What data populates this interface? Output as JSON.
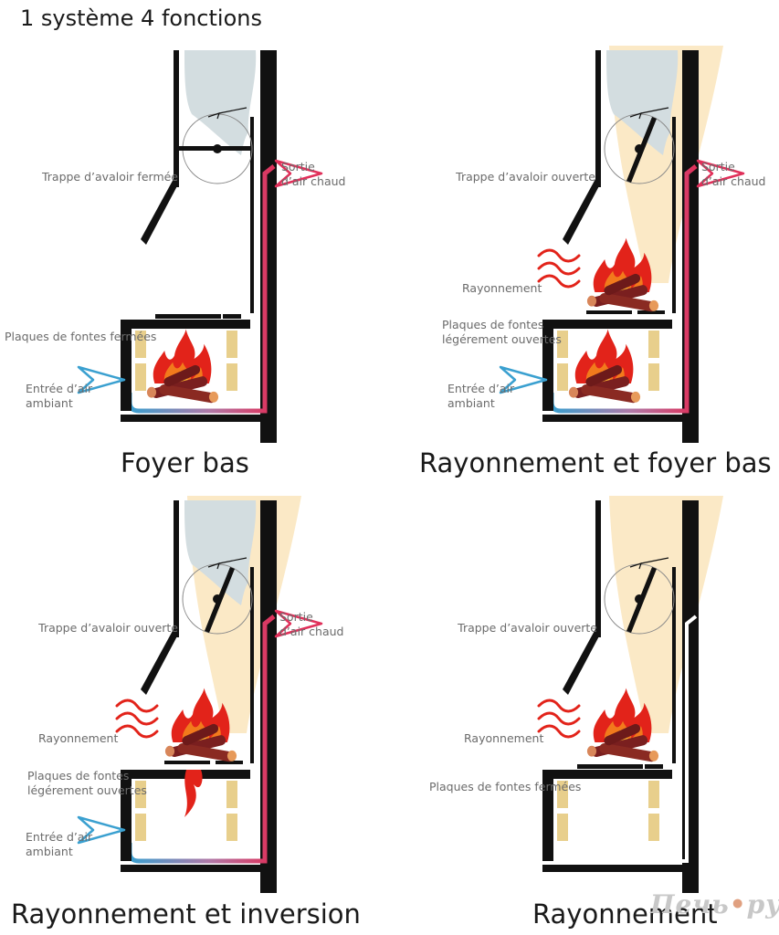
{
  "title": "1 système 4 fonctions",
  "colors": {
    "wall": "#111111",
    "hot_air": "#e0305a",
    "cold_air": "#3aa0d0",
    "smoke": "#d3dde0",
    "flame_glow": "#fbe9c6",
    "brick": "#e8cf8c",
    "fire": "#e2231a",
    "log": "#7a1f1f"
  },
  "panels": [
    {
      "id": "foyer-bas",
      "caption": "Foyer bas",
      "labels": {
        "trappe": "Trappe d’avaloir fermée",
        "sortie": [
          "Sortie",
          "d’air chaud"
        ],
        "plaques": [
          "Plaques de fontes fermées"
        ],
        "entree": [
          "Entrée d’air",
          "ambiant"
        ]
      }
    },
    {
      "id": "rayonnement-foyer-bas",
      "caption": "Rayonnement et foyer bas",
      "labels": {
        "trappe": "Trappe d’avaloir ouverte",
        "sortie": [
          "Sortie",
          "d’air chaud"
        ],
        "rayonnement": "Rayonnement",
        "plaques": [
          "Plaques de fontes",
          "légérement ouvertes"
        ],
        "entree": [
          "Entrée d’air",
          "ambiant"
        ]
      }
    },
    {
      "id": "rayonnement-inversion",
      "caption": "Rayonnement et inversion",
      "labels": {
        "trappe": "Trappe d’avaloir ouverte",
        "sortie": [
          "Sortie",
          "d’air chaud"
        ],
        "rayonnement": "Rayonnement",
        "plaques": [
          "Plaques de fontes",
          "légérement ouvertes"
        ],
        "entree": [
          "Entrée d’air",
          "ambiant"
        ]
      }
    },
    {
      "id": "rayonnement",
      "caption": "Rayonnement",
      "labels": {
        "trappe": "Trappe d’avaloir ouverte",
        "rayonnement": "Rayonnement",
        "plaques": [
          "Plaques de fontes fermées"
        ]
      }
    }
  ],
  "watermark": "Печь.ру"
}
